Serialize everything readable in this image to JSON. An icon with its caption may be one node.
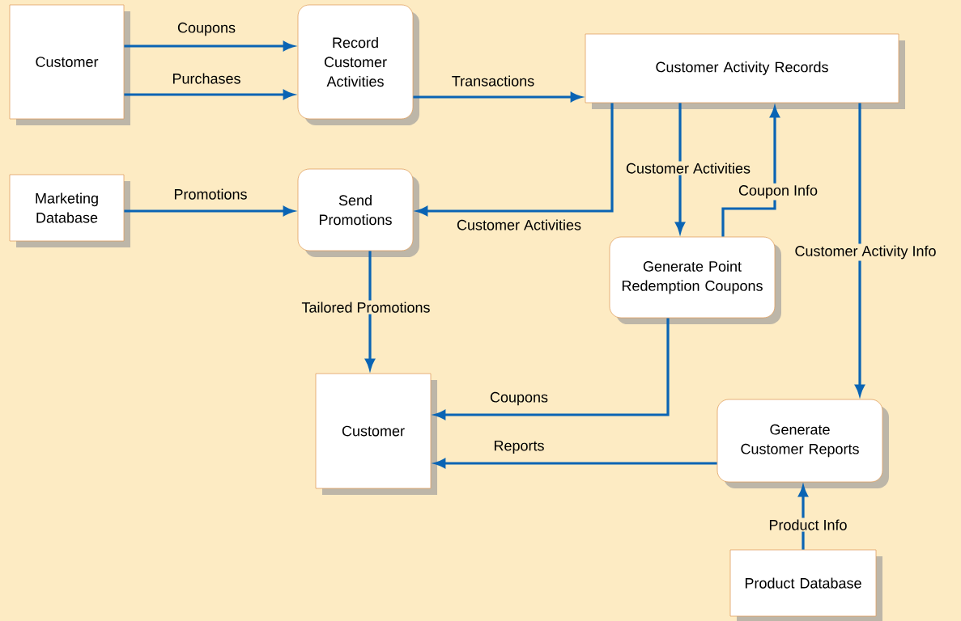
{
  "diagram": {
    "nodes": [
      {
        "text": [
          "Customer"
        ]
      },
      {
        "text": [
          "Record Customer Activities"
        ]
      },
      {
        "text": [
          "Customer Activity Records"
        ]
      },
      {
        "text": [
          "Marketing Database"
        ]
      },
      {
        "text": [
          "Send Promotions"
        ]
      },
      {
        "text": [
          "Generate Point Redemption Coupons"
        ]
      },
      {
        "text": [
          "Customer"
        ]
      },
      {
        "text": [
          "Generate Customer Reports"
        ]
      },
      {
        "text": [
          "Product Database"
        ]
      }
    ],
    "edges": [
      {
        "from": 0,
        "to": 1,
        "arrow": "to",
        "label": "Coupons"
      },
      {
        "from": 0,
        "to": 1,
        "arrow": "to",
        "label": "Purchases"
      },
      {
        "from": 1,
        "to": 2,
        "arrow": "to",
        "label": "Transactions"
      },
      {
        "from": 3,
        "to": 4,
        "arrow": "to",
        "label": "Promotions"
      },
      {
        "from": 2,
        "to": 4,
        "arrow": "to",
        "label": "Customer Activities"
      },
      {
        "from": 2,
        "to": 5,
        "arrow": "to",
        "label": "Customer Activities"
      },
      {
        "from": 5,
        "to": 2,
        "arrow": "to",
        "label": "Coupon Info"
      },
      {
        "from": 2,
        "to": 7,
        "arrow": "to",
        "label": "Customer Activity Info"
      },
      {
        "from": 4,
        "to": 6,
        "arrow": "to",
        "label": "Tailored Promotions"
      },
      {
        "from": 5,
        "to": 6,
        "arrow": "to",
        "label": "Coupons"
      },
      {
        "from": 7,
        "to": 6,
        "arrow": "to",
        "label": "Reports"
      },
      {
        "from": 8,
        "to": 7,
        "arrow": "to",
        "label": "Product Info"
      }
    ]
  }
}
